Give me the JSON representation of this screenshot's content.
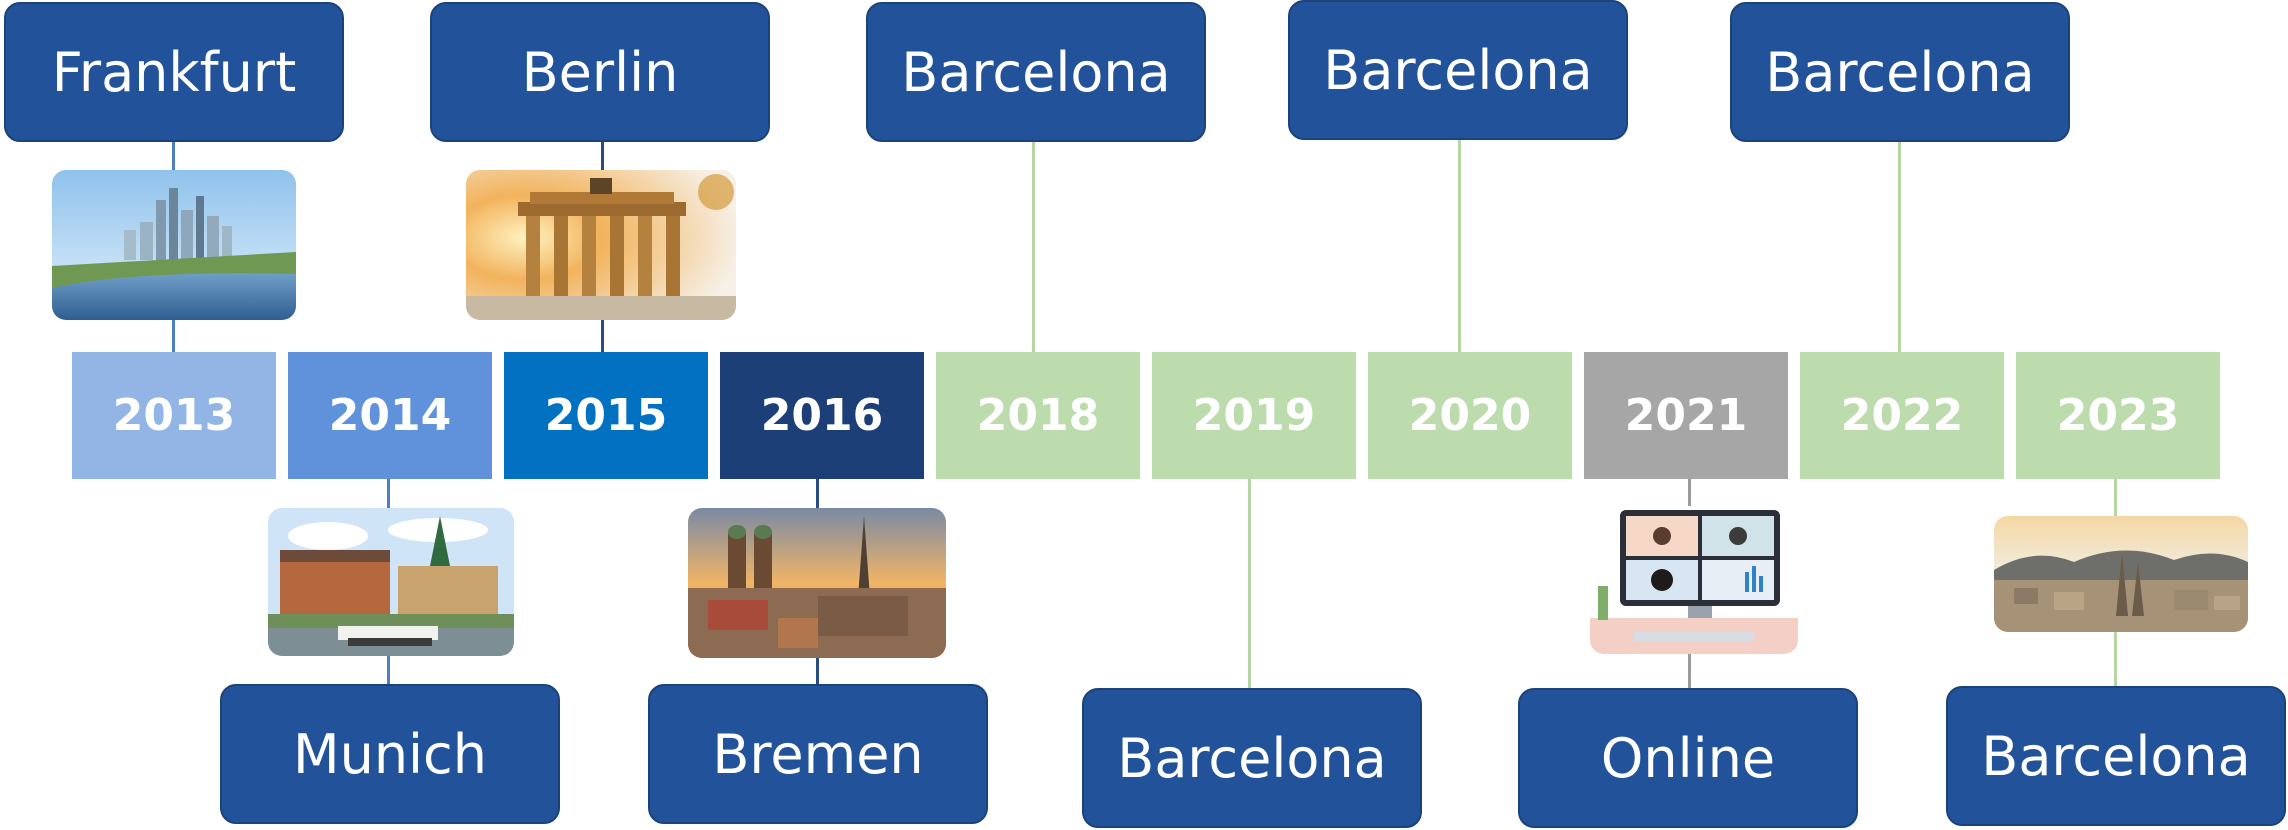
{
  "colors": {
    "box": "#22539a",
    "future": "#bddcae",
    "online_year": "#a6a6a6",
    "year_2013": "#93b5e6",
    "year_2014": "#5f92da",
    "year_2015": "#0271c1",
    "year_2016": "#1c3f77",
    "line_blue": "#4e7fc4",
    "line_dark": "#2a4c86",
    "line_green": "#b5d7a4",
    "line_gray": "#9a9a9a"
  },
  "events": [
    {
      "year": "2013",
      "city": "Frankfurt",
      "city_position": "top",
      "image": "frankfurt-skyline-photo"
    },
    {
      "year": "2014",
      "city": "Munich",
      "city_position": "bottom",
      "image": "munich-townhall-photo"
    },
    {
      "year": "2015",
      "city": "Berlin",
      "city_position": "top",
      "image": "brandenburg-gate-photo"
    },
    {
      "year": "2016",
      "city": "Bremen",
      "city_position": "bottom",
      "image": "bremen-cityscape-photo"
    },
    {
      "year": "2018",
      "city": "Barcelona",
      "city_position": "top",
      "image": null
    },
    {
      "year": "2019",
      "city": "Barcelona",
      "city_position": "bottom",
      "image": null
    },
    {
      "year": "2020",
      "city": "Barcelona",
      "city_position": "top",
      "image": null
    },
    {
      "year": "2021",
      "city": "Online",
      "city_position": "bottom",
      "image": "video-call-illustration"
    },
    {
      "year": "2022",
      "city": "Barcelona",
      "city_position": "top",
      "image": null
    },
    {
      "year": "2023",
      "city": "Barcelona",
      "city_position": "bottom",
      "image": "barcelona-panorama-photo"
    }
  ]
}
